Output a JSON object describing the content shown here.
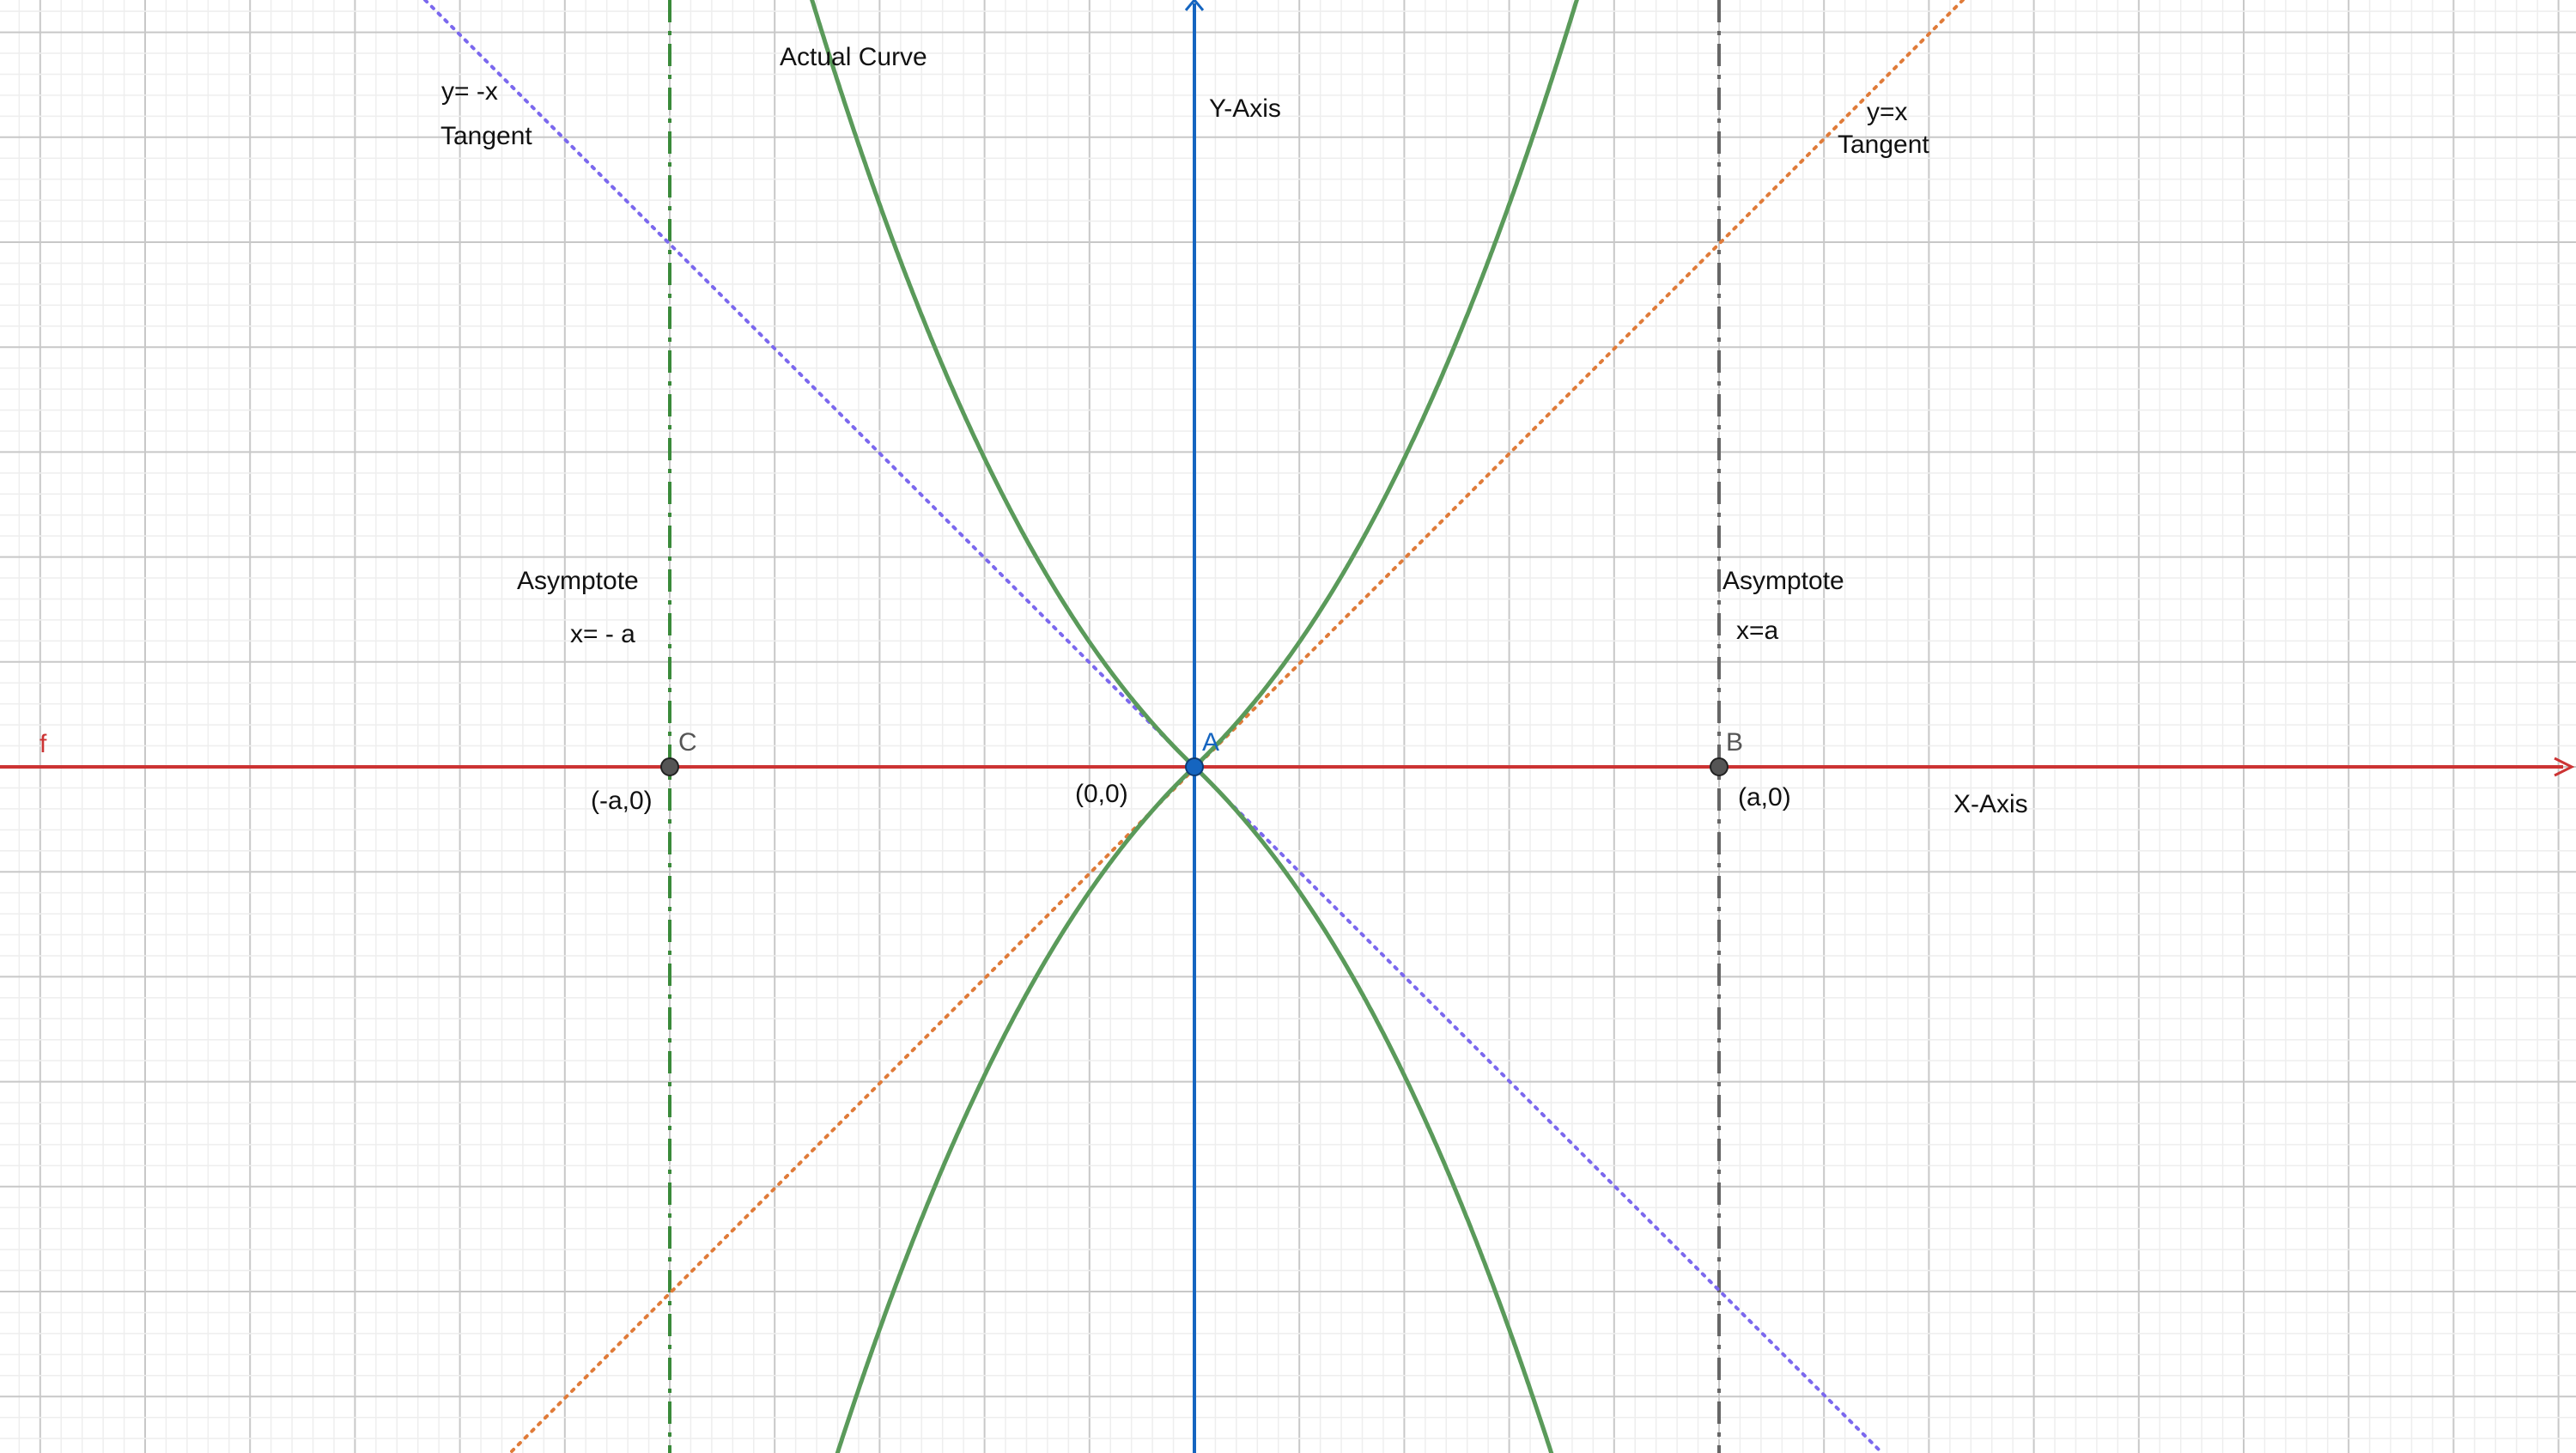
{
  "colors": {
    "grid_major": "#c8c8c8",
    "grid_minor": "#eeeeee",
    "x_axis": "#cc3333",
    "y_axis": "#1565c0",
    "curve": "#5a9a5a",
    "tangent_neg": "#7b68ee",
    "tangent_pos": "#e07b39",
    "asymptote_left": "#3a8a3a",
    "asymptote_right": "#666666",
    "point_fill": "#555555",
    "origin_fill": "#1565c0"
  },
  "labels": {
    "actual_curve": "Actual Curve",
    "y_axis": "Y-Axis",
    "x_axis": "X-Axis",
    "axis_f": "f",
    "tangent_neg_eq": "y= -x",
    "tangent_neg_word": "Tangent",
    "tangent_pos_eq": "y=x",
    "tangent_pos_word": "Tangent",
    "asymptote_left_word": "Asymptote",
    "asymptote_left_eq": "x= - a",
    "asymptote_right_word": "Asymptote",
    "asymptote_right_eq": "x=a"
  },
  "points": {
    "origin": {
      "name": "A",
      "coord_label": "(0,0)"
    },
    "right": {
      "name": "B",
      "coord_label": "(a,0)"
    },
    "left": {
      "name": "C",
      "coord_label": "(-a,0)"
    }
  },
  "icons": {
    "x_arrow": "arrow-right-icon",
    "y_arrow": "arrow-up-icon"
  }
}
